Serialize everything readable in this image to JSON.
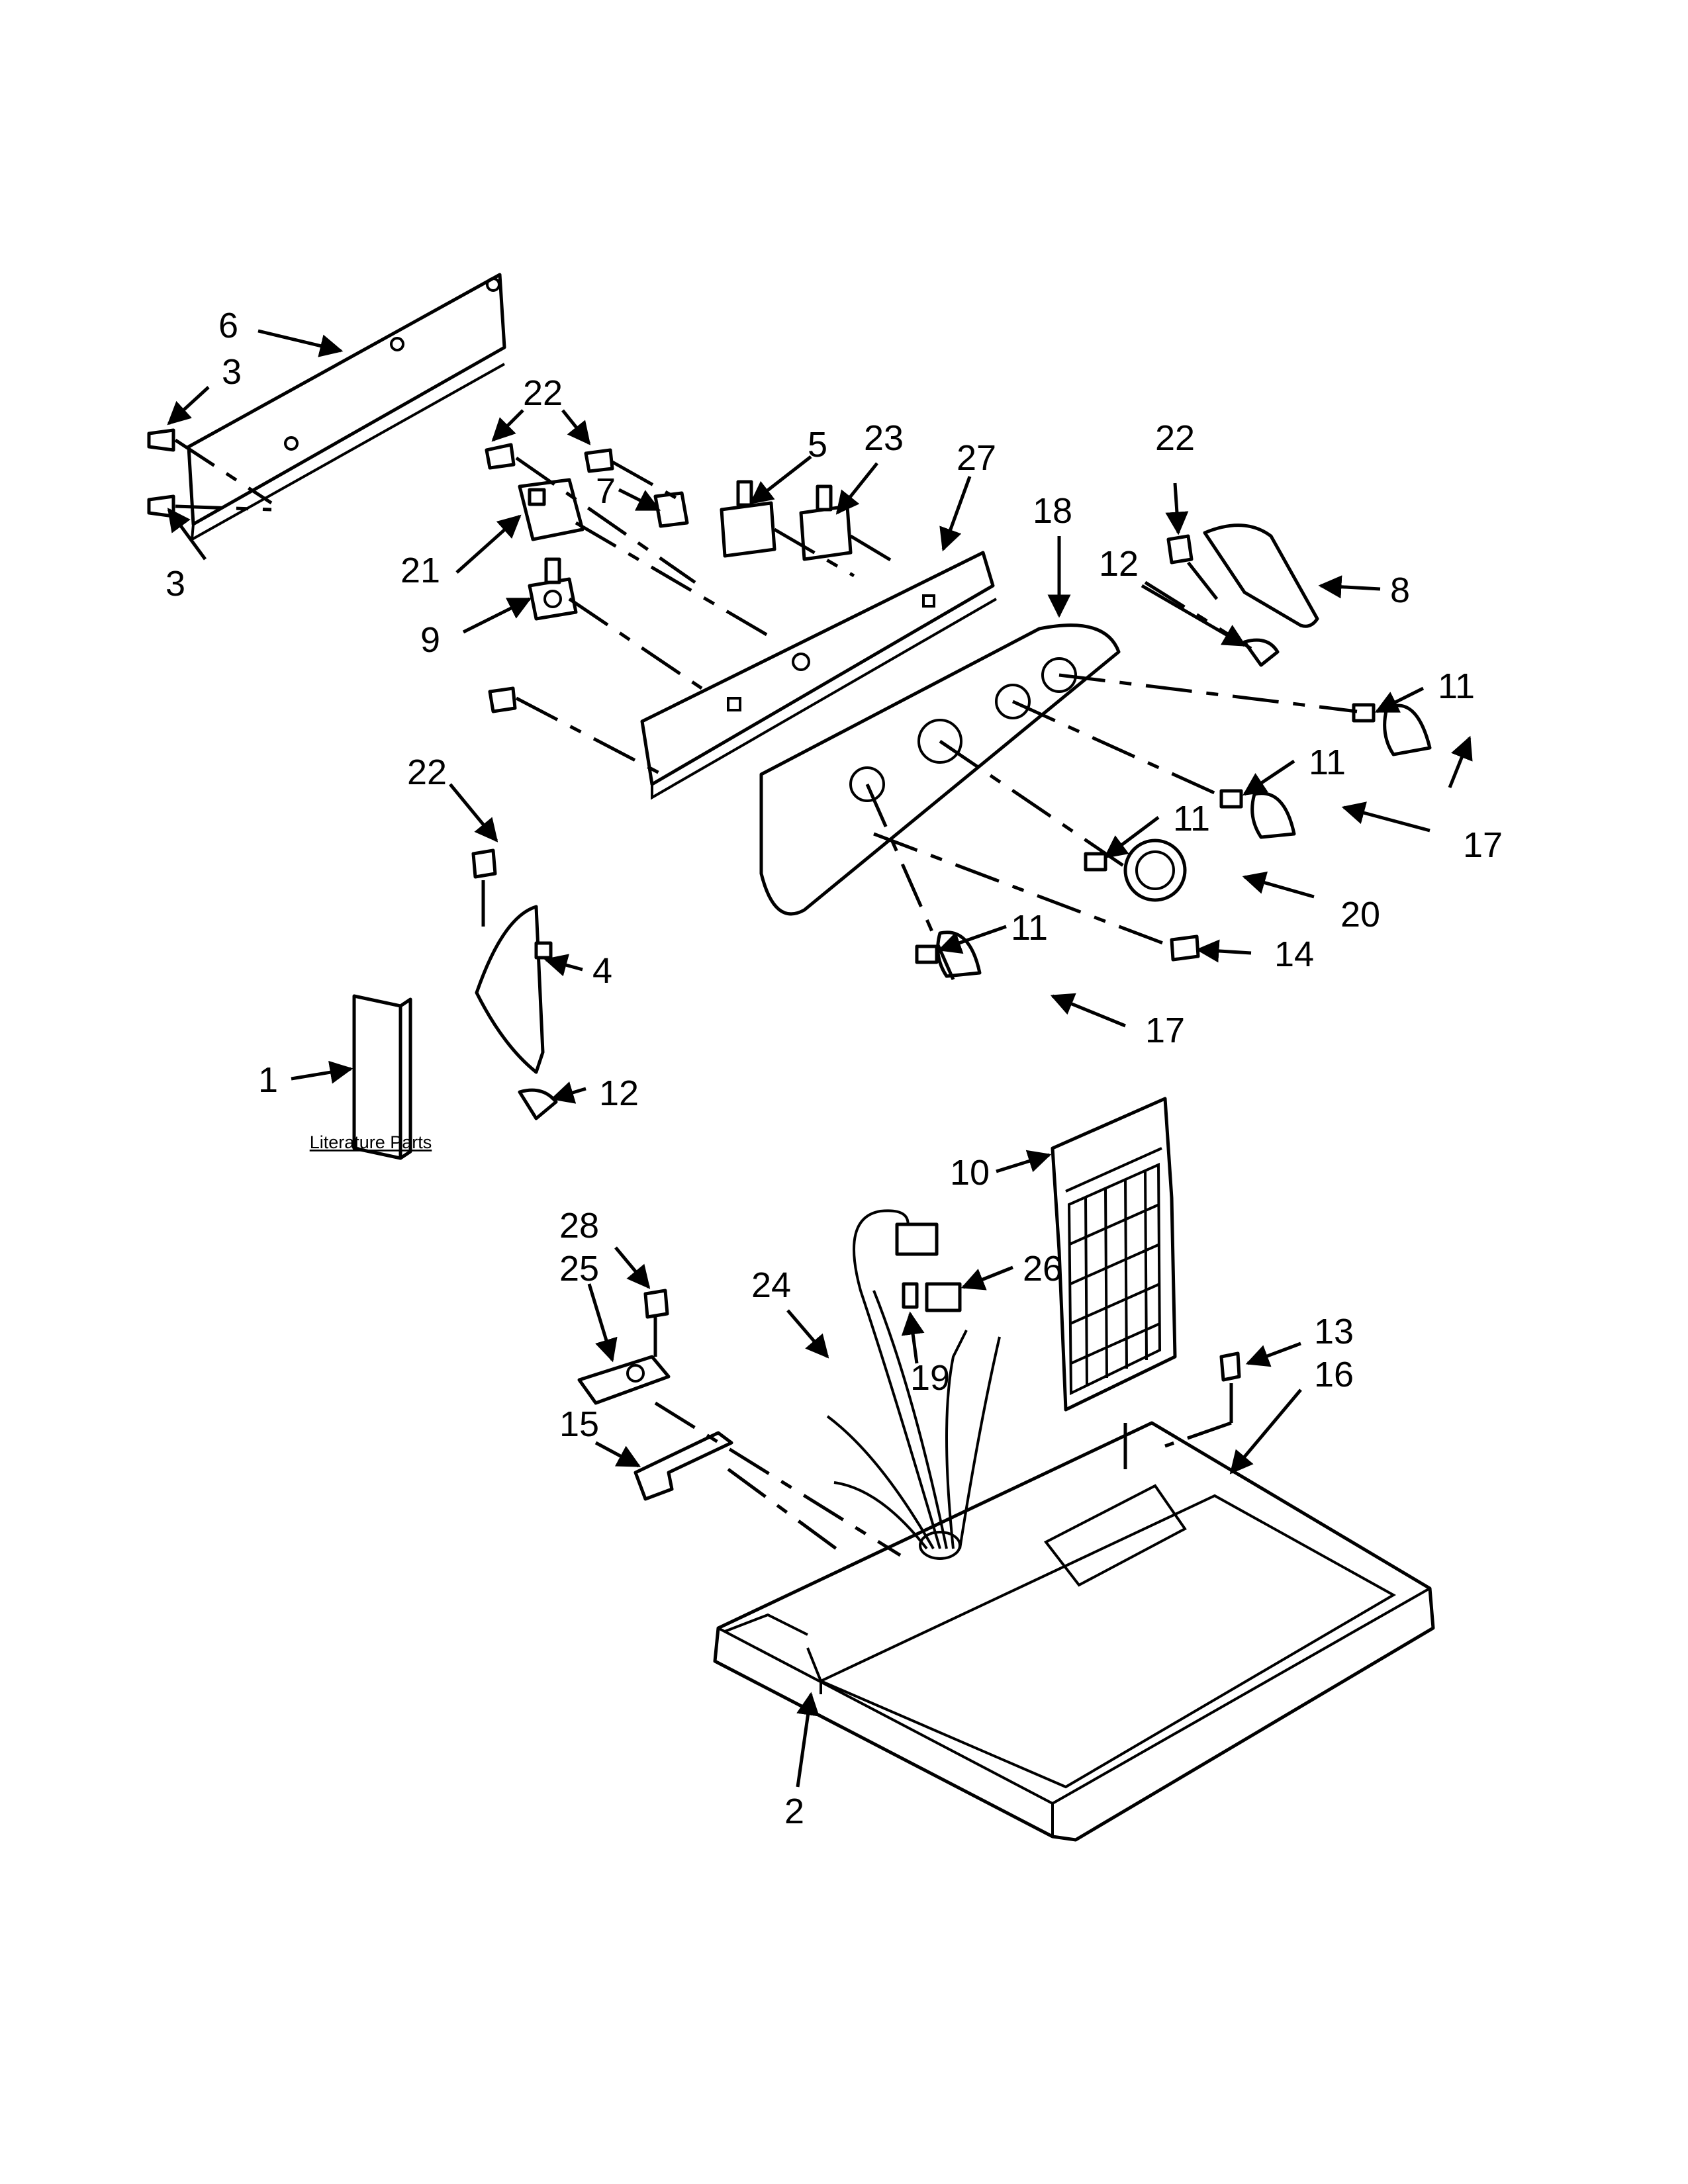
{
  "colors": {
    "line": "#000000",
    "background": "#ffffff"
  },
  "callouts": {
    "c1": "1",
    "c2": "2",
    "c3a": "3",
    "c3b": "3",
    "c4": "4",
    "c5": "5",
    "c6": "6",
    "c7": "7",
    "c8": "8",
    "c9": "9",
    "c10": "10",
    "c11a": "11",
    "c11b": "11",
    "c11c": "11",
    "c11d": "11",
    "c12a": "12",
    "c12b": "12",
    "c13": "13",
    "c14": "14",
    "c15": "15",
    "c16": "16",
    "c17a": "17",
    "c17b": "17",
    "c18": "18",
    "c19": "19",
    "c20": "20",
    "c21": "21",
    "c22a": "22",
    "c22b": "22",
    "c22c": "22",
    "c23": "23",
    "c24": "24",
    "c25": "25",
    "c26": "26",
    "c27": "27",
    "c28": "28"
  },
  "literature_label": "Literature Parts"
}
